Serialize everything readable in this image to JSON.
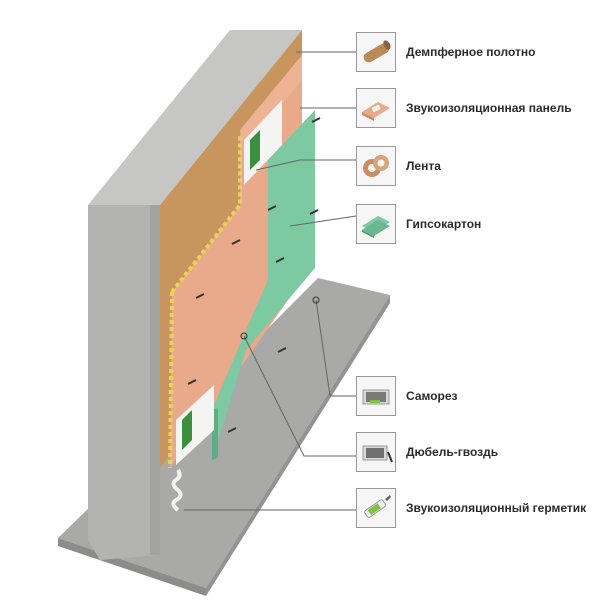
{
  "callouts": [
    {
      "label": "Демпферное полотно",
      "icon": "damper-roll-icon"
    },
    {
      "label": "Звукоизоляционная панель",
      "icon": "soundproof-panel-icon"
    },
    {
      "label": "Лента",
      "icon": "tape-roll-icon"
    },
    {
      "label": "Гипсокартон",
      "icon": "drywall-sheets-icon"
    },
    {
      "label": "Саморез",
      "icon": "screw-box-icon"
    },
    {
      "label": "Дюбель-гвоздь",
      "icon": "dowel-nail-box-icon"
    },
    {
      "label": "Звукоизоляционный герметик",
      "icon": "sealant-tube-icon"
    }
  ],
  "colors": {
    "concrete": "#b3b3b1",
    "concrete_dark": "#8f8f8d",
    "damper": "#c9955e",
    "panel": "#e9a98b",
    "drywall": "#7cc9a2",
    "floor": "#a9a9a7",
    "accent_green": "#7fc241"
  }
}
